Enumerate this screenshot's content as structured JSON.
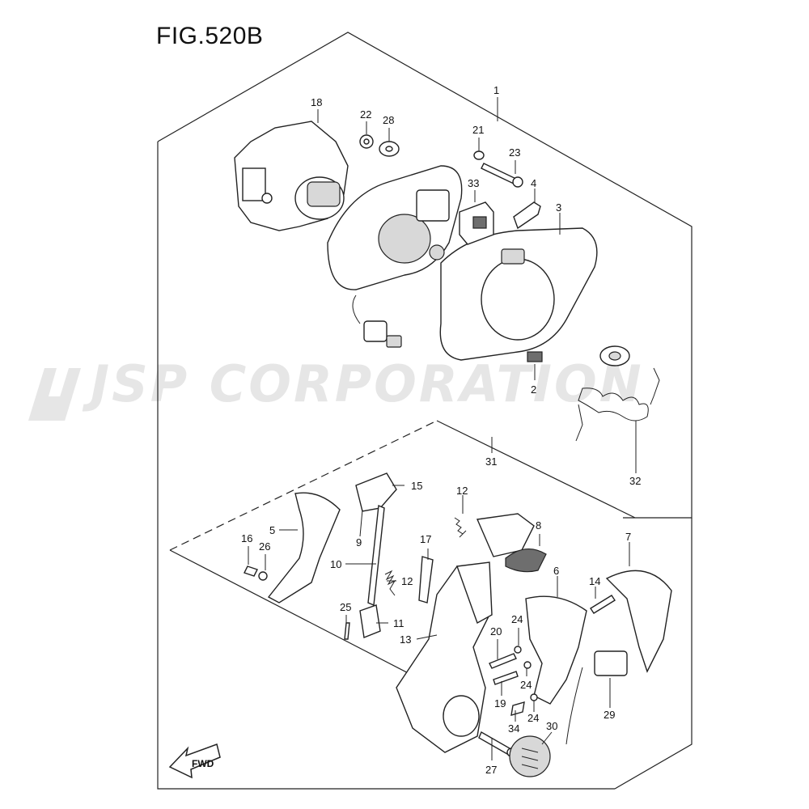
{
  "figure": {
    "title": "FIG.520B"
  },
  "watermark": {
    "text": "JSP CORPORATION",
    "color": "#e6e6e6"
  },
  "fwd_arrow": {
    "label": "FWD"
  },
  "callouts": [
    {
      "id": "c1",
      "label": "1"
    },
    {
      "id": "c2",
      "label": "2"
    },
    {
      "id": "c3",
      "label": "3"
    },
    {
      "id": "c4",
      "label": "4"
    },
    {
      "id": "c5",
      "label": "5"
    },
    {
      "id": "c6",
      "label": "6"
    },
    {
      "id": "c7",
      "label": "7"
    },
    {
      "id": "c8",
      "label": "8"
    },
    {
      "id": "c9",
      "label": "9"
    },
    {
      "id": "c10",
      "label": "10"
    },
    {
      "id": "c11",
      "label": "11"
    },
    {
      "id": "c12a",
      "label": "12"
    },
    {
      "id": "c12b",
      "label": "12"
    },
    {
      "id": "c13",
      "label": "13"
    },
    {
      "id": "c14",
      "label": "14"
    },
    {
      "id": "c15",
      "label": "15"
    },
    {
      "id": "c16",
      "label": "16"
    },
    {
      "id": "c17",
      "label": "17"
    },
    {
      "id": "c18",
      "label": "18"
    },
    {
      "id": "c19",
      "label": "19"
    },
    {
      "id": "c20",
      "label": "20"
    },
    {
      "id": "c21",
      "label": "21"
    },
    {
      "id": "c22",
      "label": "22"
    },
    {
      "id": "c23",
      "label": "23"
    },
    {
      "id": "c24a",
      "label": "24"
    },
    {
      "id": "c24b",
      "label": "24"
    },
    {
      "id": "c24c",
      "label": "24"
    },
    {
      "id": "c25",
      "label": "25"
    },
    {
      "id": "c26",
      "label": "26"
    },
    {
      "id": "c27",
      "label": "27"
    },
    {
      "id": "c28",
      "label": "28"
    },
    {
      "id": "c29",
      "label": "29"
    },
    {
      "id": "c30",
      "label": "30"
    },
    {
      "id": "c31",
      "label": "31"
    },
    {
      "id": "c32",
      "label": "32"
    },
    {
      "id": "c33",
      "label": "33"
    },
    {
      "id": "c34",
      "label": "34"
    }
  ]
}
